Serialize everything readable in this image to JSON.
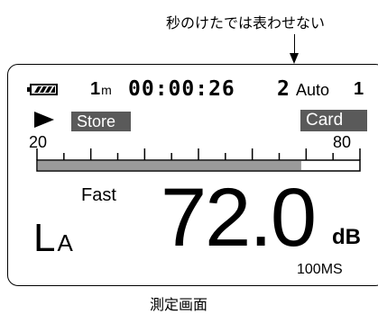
{
  "annotation": "秒のけたでは表わせない",
  "caption": "測定画面",
  "display": {
    "timer_prefix": "1",
    "timer_unit": "m",
    "timer": "00:00:26",
    "range_number": "2",
    "range_mode": "Auto",
    "range_suffix": "1",
    "store_label": "Store",
    "card_label": "Card",
    "scale_min": "20",
    "scale_max": "80",
    "bar_level_fraction": 0.82,
    "response": "Fast",
    "weighting_main": "L",
    "weighting_sub": "A",
    "level": "72.0",
    "unit": "dB",
    "interval": "100MS"
  },
  "colors": {
    "badge_bg": "#5a5a5a",
    "bar_fill": "#9a9a9a"
  },
  "icons": [
    "battery-icon",
    "play-icon"
  ]
}
